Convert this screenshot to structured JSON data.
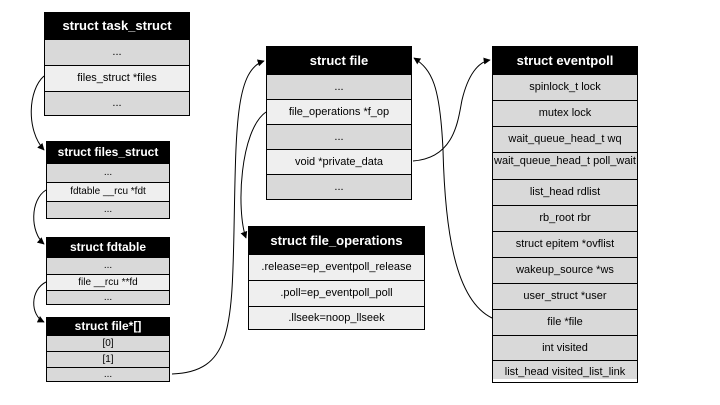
{
  "task_struct": {
    "title": "struct task_struct",
    "fields": [
      "...",
      "files_struct *files",
      "..."
    ]
  },
  "files_struct": {
    "title": "struct files_struct",
    "fields": [
      "...",
      "fdtable __rcu *fdt",
      "..."
    ]
  },
  "fdtable": {
    "title": "struct fdtable",
    "fields": [
      "...",
      "file __rcu **fd",
      "..."
    ]
  },
  "file_array": {
    "title": "struct file*[]",
    "fields": [
      "[0]",
      "[1]",
      "..."
    ]
  },
  "file": {
    "title": "struct file",
    "fields": [
      "...",
      "file_operations *f_op",
      "...",
      "void *private_data",
      "..."
    ]
  },
  "file_operations": {
    "title": "struct file_operations",
    "fields": [
      ".release=ep_eventpoll_release",
      ".poll=ep_eventpoll_poll",
      ".llseek=noop_llseek"
    ]
  },
  "eventpoll": {
    "title": "struct eventpoll",
    "fields": [
      "spinlock_t lock",
      "mutex lock",
      "wait_queue_head_t wq",
      "wait_queue_head_t poll_wait",
      "list_head rdlist",
      "rb_root rbr",
      "struct epitem *ovflist",
      "wakeup_source *ws",
      "user_struct *user",
      "file *file",
      "int visited",
      "list_head visited_list_link"
    ]
  }
}
